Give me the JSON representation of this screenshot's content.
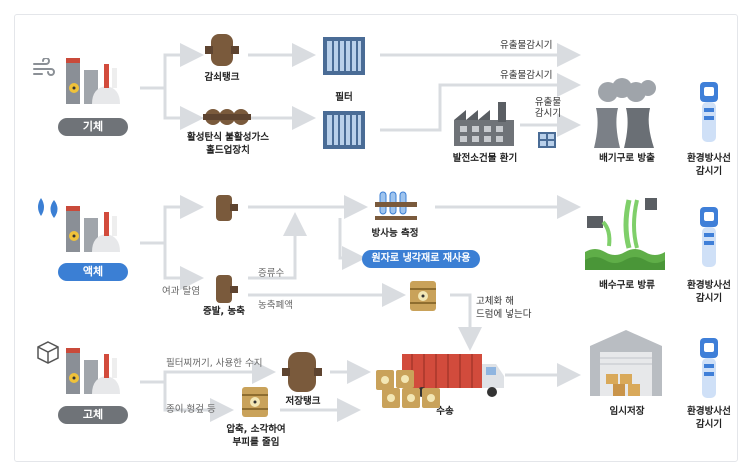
{
  "states": {
    "gas": "기체",
    "liquid": "액체",
    "solid": "고체"
  },
  "gas": {
    "decay_tank": "감쇠탱크",
    "charcoal": "활성탄식 불활성가스",
    "charcoal2": "홀드업장치",
    "filter": "필터",
    "monitor_top": "유출물감시기",
    "monitor_mid": "유출물감시기",
    "monitor_small1": "유출물",
    "monitor_small2": "감시기",
    "building_vent": "발전소건물 환기",
    "stack": "배기구로 방출",
    "env_monitor1": "환경방사선",
    "env_monitor2": "감시기"
  },
  "liquid": {
    "filter_demin": "여과 탈염",
    "evaporation": "증발, 농축",
    "distillate": "증류수",
    "concentrate": "농축폐액",
    "radio_measure": "방사능 측정",
    "reuse": "원자로 냉각재로 재사용",
    "discharge": "배수구로 방류",
    "solidify1": "고체화 해",
    "solidify2": "드럼에 넣는다",
    "env_monitor1": "환경방사선",
    "env_monitor2": "감시기"
  },
  "solid": {
    "filter_resin": "필터찌꺼기, 사용한 수지",
    "paper": "종이,헝겊 등",
    "storage_tank": "저장탱크",
    "compress1": "압축, 소각하여",
    "compress2": "부피를 줄임",
    "transport": "수송",
    "temp_storage": "임시저장",
    "env_monitor1": "환경방사선",
    "env_monitor2": "감시기"
  },
  "colors": {
    "arrow": "#d9dce0",
    "pill_gray": "#6f7378",
    "pill_blue": "#3b7fd4",
    "tank": "#7a5a3c",
    "filter": "#4a6c96",
    "drum": "#c9a25a",
    "truck": "#d24b3c",
    "monitor": "#3f7fd8"
  },
  "icons": [
    "wind-icon",
    "water-drop-icon",
    "cube-icon",
    "nuclear-plant-icon",
    "decay-tank-icon",
    "charcoal-holdup-icon",
    "filter-icon",
    "factory-icon",
    "vent-window-icon",
    "cooling-tower-icon",
    "radiation-monitor-icon",
    "test-tube-icon",
    "drum-icon",
    "truck-icon",
    "warehouse-icon",
    "outfall-icon"
  ]
}
